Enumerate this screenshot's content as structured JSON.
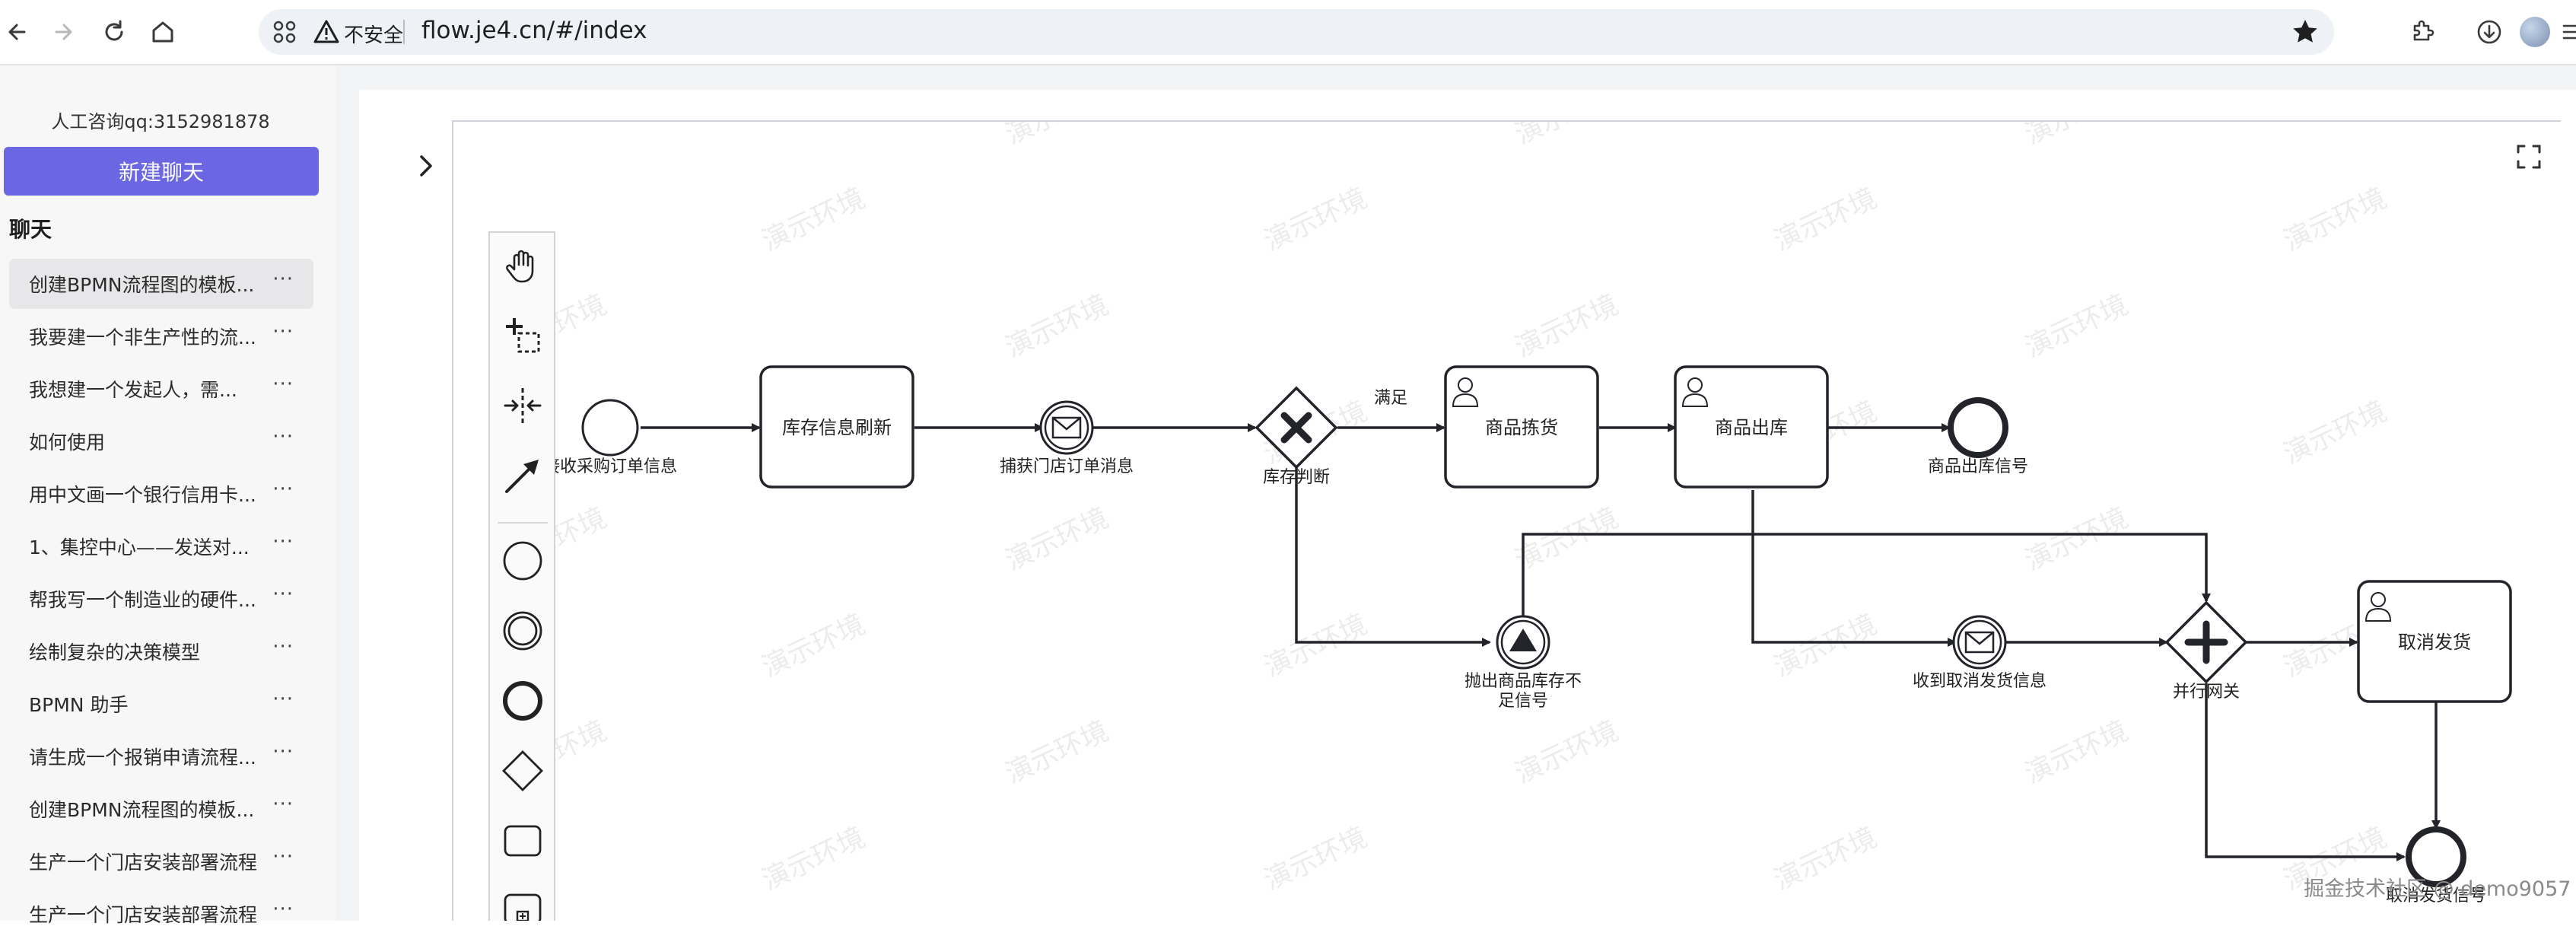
{
  "browser": {
    "insecure_label": "不安全",
    "url": "flow.je4.cn/#/index"
  },
  "sidebar": {
    "contact": "人工咨询qq:3152981878",
    "new_chat_label": "新建聊天",
    "section_title": "聊天",
    "chats": [
      {
        "title": "创建BPMN流程图的模板..."
      },
      {
        "title": "我要建一个非生产性的流..."
      },
      {
        "title": " 我想建一个发起人，需..."
      },
      {
        "title": "如何使用"
      },
      {
        "title": "用中文画一个银行信用卡..."
      },
      {
        "title": "1、集控中心——发送对..."
      },
      {
        "title": "帮我写一个制造业的硬件..."
      },
      {
        "title": "绘制复杂的决策模型"
      },
      {
        "title": "BPMN 助手"
      },
      {
        "title": "请生成一个报销申请流程..."
      },
      {
        "title": "创建BPMN流程图的模板..."
      },
      {
        "title": "生产一个门店安装部署流程"
      },
      {
        "title": "生产一个门店安装部署流程"
      }
    ],
    "more_glyph": "···"
  },
  "diagram": {
    "labels": {
      "start": "接收采购订单信息",
      "task_refresh": "库存信息刷新",
      "catch_msg": "捕获门店订单消息",
      "gateway_check": "库存判断",
      "flow_ok": "满足",
      "task_pick": "商品拣货",
      "task_out": "商品出库",
      "end_signal": "商品出库信号",
      "throw_signal_line1": "抛出商品库存不",
      "throw_signal_line2": "足信号",
      "cancel_msg": "收到取消发货信息",
      "parallel": "并行网关",
      "task_cancel": "取消发货",
      "end_cancel": "取消发货信号"
    },
    "watermark_text": "演示环境"
  },
  "site_watermark": "掘金技术社区 @ demo9057",
  "colors": {
    "accent": "#6b67e3",
    "sidebar_bg": "#f7f7f8",
    "content_bg": "#f2f3f5",
    "stroke": "#22242a"
  }
}
